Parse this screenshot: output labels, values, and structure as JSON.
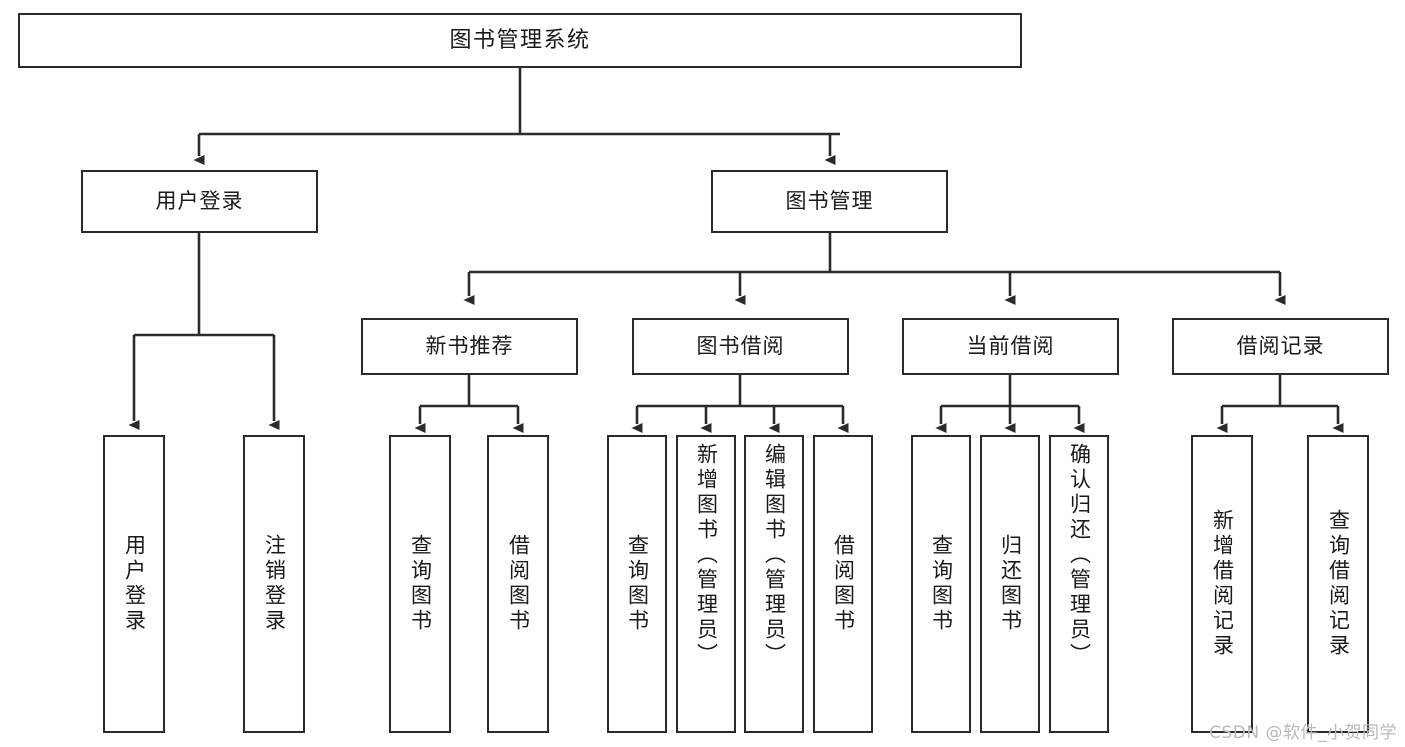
{
  "diagram": {
    "type": "tree-hierarchy",
    "title": "图书管理系统",
    "orientation": "top-down",
    "colors": {
      "box_border": "#2b2b2b",
      "box_fill": "#ffffff",
      "connector": "#2b2b2b",
      "text": "#1a1a1a",
      "watermark": "#b9b9b9",
      "background": "#ffffff"
    }
  },
  "watermark": {
    "text": "CSDN @软件_小贺同学"
  },
  "nodes": {
    "root": {
      "id": "root",
      "label": "图书管理系统",
      "level": 0
    },
    "level1": [
      {
        "id": "user-login",
        "label": "用户登录",
        "level": 1
      },
      {
        "id": "book-management",
        "label": "图书管理",
        "level": 1
      }
    ],
    "level2": [
      {
        "id": "new-book-recommend",
        "label": "新书推荐",
        "level": 2,
        "parent": "book-management"
      },
      {
        "id": "book-borrow",
        "label": "图书借阅",
        "level": 2,
        "parent": "book-management"
      },
      {
        "id": "current-borrow",
        "label": "当前借阅",
        "level": 2,
        "parent": "book-management"
      },
      {
        "id": "borrow-record",
        "label": "借阅记录",
        "level": 2,
        "parent": "book-management"
      }
    ],
    "leaves": [
      {
        "id": "leaf-user-login",
        "label": "用户登录",
        "parent": "user-login"
      },
      {
        "id": "leaf-logout-login",
        "label": "注销登录",
        "parent": "user-login"
      },
      {
        "id": "leaf-query-book-1",
        "label": "查询图书",
        "parent": "new-book-recommend"
      },
      {
        "id": "leaf-borrow-book-1",
        "label": "借阅图书",
        "parent": "new-book-recommend"
      },
      {
        "id": "leaf-query-book-2",
        "label": "查询图书",
        "parent": "book-borrow"
      },
      {
        "id": "leaf-add-book",
        "label": "新增图书（管理员）",
        "parent": "book-borrow"
      },
      {
        "id": "leaf-edit-book",
        "label": "编辑图书（管理员）",
        "parent": "book-borrow"
      },
      {
        "id": "leaf-borrow-book-2",
        "label": "借阅图书",
        "parent": "book-borrow"
      },
      {
        "id": "leaf-query-book-3",
        "label": "查询图书",
        "parent": "current-borrow"
      },
      {
        "id": "leaf-return-book",
        "label": "归还图书",
        "parent": "current-borrow"
      },
      {
        "id": "leaf-confirm-return",
        "label": "确认归还（管理员）",
        "parent": "current-borrow"
      },
      {
        "id": "leaf-add-record",
        "label": "新增借阅记录",
        "parent": "borrow-record"
      },
      {
        "id": "leaf-query-record",
        "label": "查询借阅记录",
        "parent": "borrow-record"
      }
    ]
  }
}
